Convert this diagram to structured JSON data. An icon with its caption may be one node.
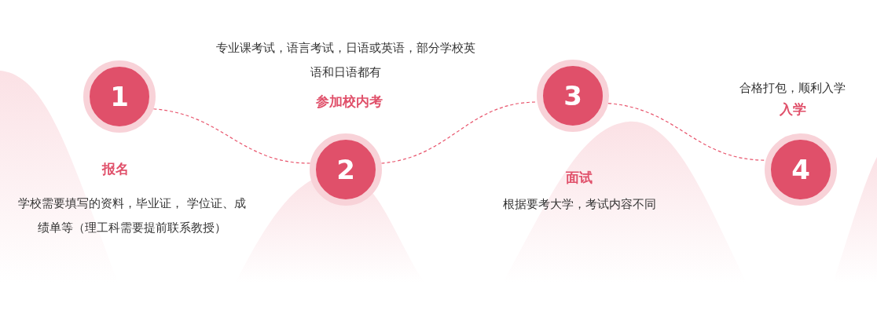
{
  "diagram": {
    "nodes": [
      {
        "text": [
          "1"
        ],
        "beside": [
          "报名",
          "学校需要填写的资料，毕业证， 学位证、成绩单等（理工科需要提前联系教授）"
        ]
      },
      {
        "text": [
          "2"
        ],
        "beside": [
          "专业课考试，语言考试，日语或英语，部分学校英语和日语都有",
          "参加校内考"
        ]
      },
      {
        "text": [
          "3"
        ],
        "beside": [
          "面试",
          "根据要考大学，考试内容不同"
        ]
      },
      {
        "text": [
          "4"
        ],
        "beside": [
          "合格打包，顺利入学",
          "入学"
        ]
      }
    ],
    "edges": [
      {
        "from": 0,
        "to": 1,
        "arrow": "none",
        "style": "dashed"
      },
      {
        "from": 1,
        "to": 2,
        "arrow": "none",
        "style": "dashed"
      },
      {
        "from": 2,
        "to": 3,
        "arrow": "none",
        "style": "dashed"
      }
    ]
  }
}
